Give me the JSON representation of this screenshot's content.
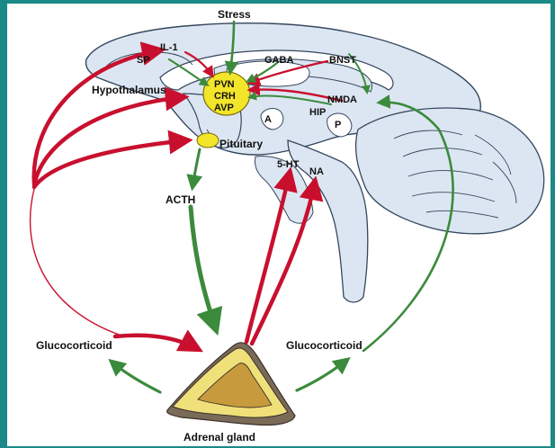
{
  "colors": {
    "frame": "#1b8a86",
    "brain_fill": "#dce6f2",
    "brain_stroke": "#35475e",
    "excitatory_arrow": "#c8102e",
    "inhibitory_arrow": "#3c8a3c",
    "pvn_fill": "#f2e52a",
    "adrenal_outer": "#efe07a",
    "adrenal_inner": "#c79a3d"
  },
  "labels": {
    "stress": "Stress",
    "il1": "IL-1",
    "sp": "SP",
    "gaba": "GABA",
    "bnst": "BNST",
    "hypothalamus": "Hypothalamus",
    "pvn": "PVN",
    "crh": "CRH",
    "avp": "AVP",
    "nmda": "NMDA",
    "hip": "HIP",
    "a": "A",
    "p": "P",
    "pituitary": "Pituitary",
    "ht5": "5-HT",
    "na": "NA",
    "acth": "ACTH",
    "glucocorticoid_left": "Glucocorticoid",
    "glucocorticoid_right": "Glucocorticoid",
    "adrenal_gland": "Adrenal gland"
  }
}
